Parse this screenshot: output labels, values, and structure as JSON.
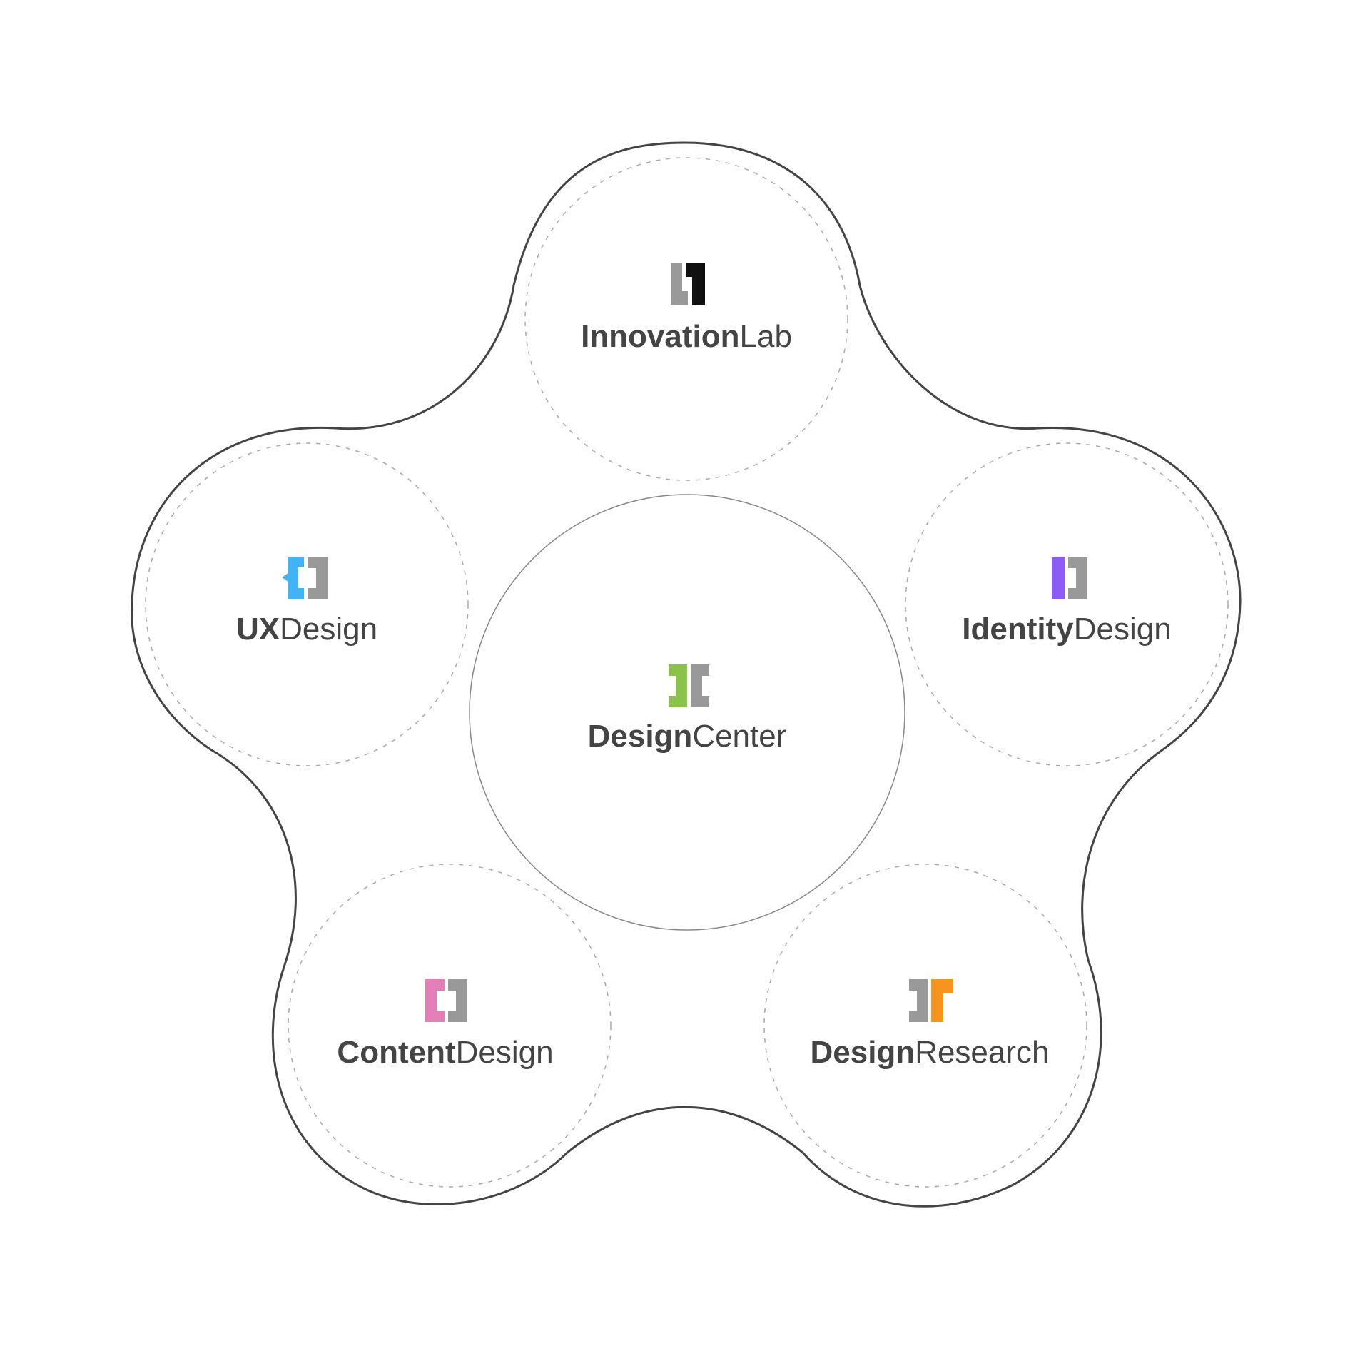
{
  "center": {
    "label_bold": "Design",
    "label_light": "Center",
    "icon": "design-center-logo-icon",
    "accent": "#8bc34a"
  },
  "nodes": [
    {
      "id": "innovation-lab",
      "label_bold": "Innovation",
      "label_light": "Lab",
      "icon": "innovation-lab-logo-icon",
      "accent": "#111111"
    },
    {
      "id": "ux-design",
      "label_bold": "UX",
      "label_light": "Design",
      "icon": "ux-design-logo-icon",
      "accent": "#40b4f5"
    },
    {
      "id": "identity-design",
      "label_bold": "Identity",
      "label_light": "Design",
      "icon": "identity-design-logo-icon",
      "accent": "#8b5cf6"
    },
    {
      "id": "content-design",
      "label_bold": "Content",
      "label_light": "Design",
      "icon": "content-design-logo-icon",
      "accent": "#e57fb8"
    },
    {
      "id": "design-research",
      "label_bold": "Design",
      "label_light": "Research",
      "icon": "design-research-logo-icon",
      "accent": "#f7941d"
    }
  ],
  "colors": {
    "outline": "#444444",
    "dashed": "#aaaaaa",
    "gray_block": "#999999",
    "text": "#444444"
  }
}
